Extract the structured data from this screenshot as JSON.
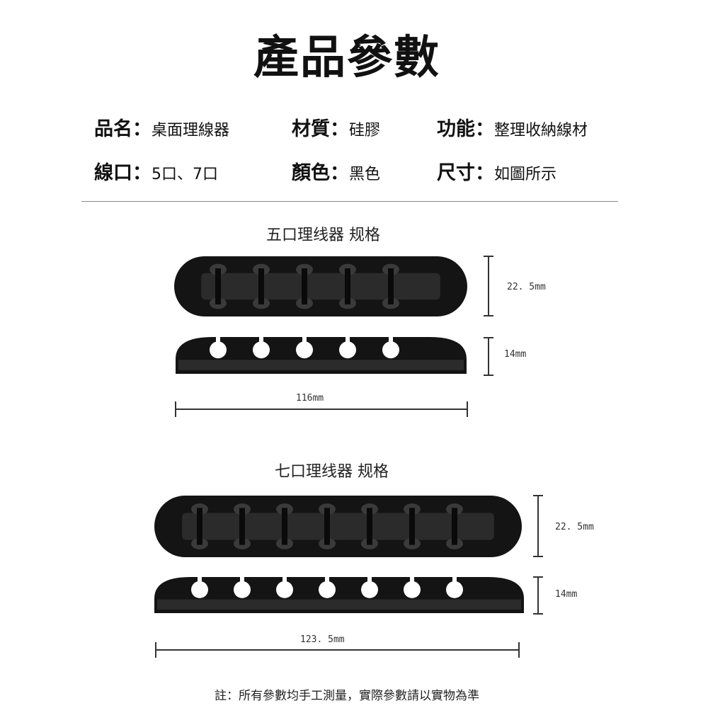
{
  "title": "產品參數",
  "specs": [
    {
      "label": "品名：",
      "value": "桌面理線器"
    },
    {
      "label": "材質：",
      "value": "硅膠"
    },
    {
      "label": "功能：",
      "value": "整理收納線材"
    },
    {
      "label": "線口：",
      "value": "5口、7口"
    },
    {
      "label": "顏色：",
      "value": "黑色"
    },
    {
      "label": "尺寸：",
      "value": "如圖所示"
    }
  ],
  "models": [
    {
      "title": "五口理线器 规格",
      "slots": 5,
      "height_label": "22. 5mm",
      "thickness_label": "14mm",
      "length_label": "116mm"
    },
    {
      "title": "七口理线器 规格",
      "slots": 7,
      "height_label": "22. 5mm",
      "thickness_label": "14mm",
      "length_label": "123. 5mm"
    }
  ],
  "footnote": "註：所有參數均手工測量，實際參數請以實物為準",
  "colors": {
    "product": "#141414",
    "band": "#2b2b2b",
    "line": "#333333"
  }
}
